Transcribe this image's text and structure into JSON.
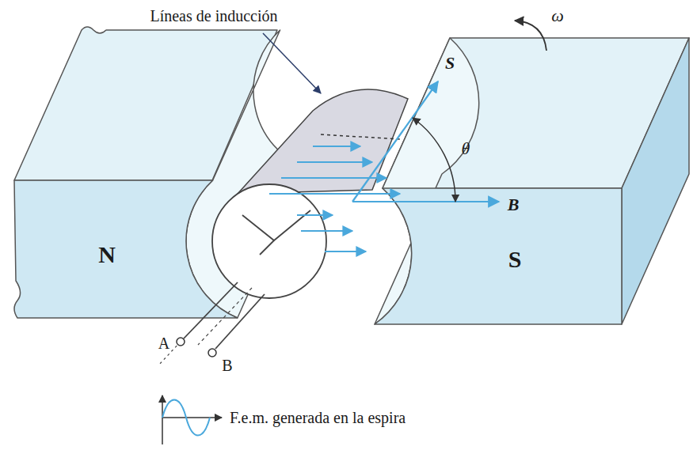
{
  "diagram": {
    "nodes": [
      {
        "text": [
          "N"
        ]
      },
      {
        "text": [
          "S"
        ]
      }
    ],
    "labels": [
      "Líneas de inducción",
      "ω",
      "S",
      "θ",
      "B",
      "A",
      "B",
      "F.e.m. generada en la espira"
    ]
  }
}
